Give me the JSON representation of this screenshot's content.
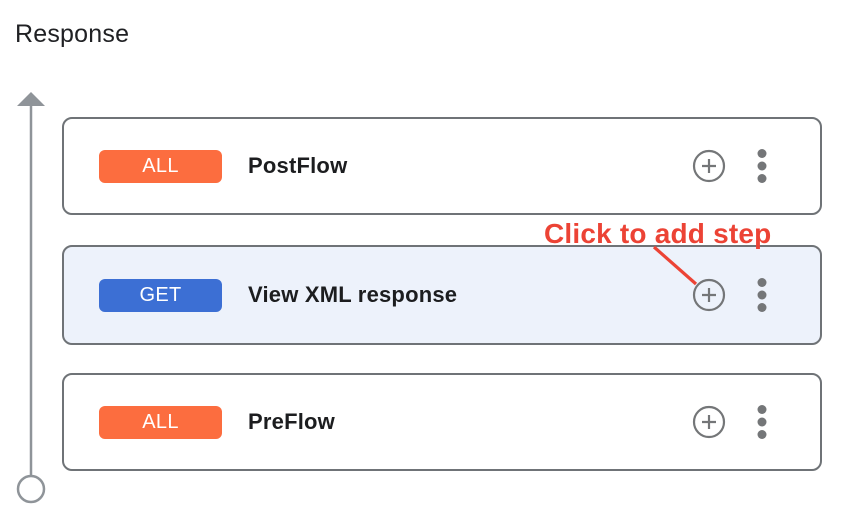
{
  "page": {
    "title": "Response"
  },
  "annotation": {
    "label": "Click to add step",
    "color": "#EC4335"
  },
  "flow": {
    "cards": [
      {
        "method": "ALL",
        "method_color": "#FC6D3F",
        "label": "PostFlow",
        "highlighted": false
      },
      {
        "method": "GET",
        "method_color": "#3C6FD4",
        "label": "View XML response",
        "highlighted": true
      },
      {
        "method": "ALL",
        "method_color": "#FC6D3F",
        "label": "PreFlow",
        "highlighted": false
      }
    ],
    "direction": "up"
  },
  "icons": {
    "add_step": "plus-circle-icon",
    "more_options": "kebab-menu-icon",
    "flow_direction": "up-arrow-line-with-start-circle"
  },
  "colors": {
    "card_border": "#6F7377",
    "highlight_bg": "#EDF2FB",
    "icon_gray": "#747678",
    "flow_line": "#8F9499",
    "text": "#202124"
  }
}
